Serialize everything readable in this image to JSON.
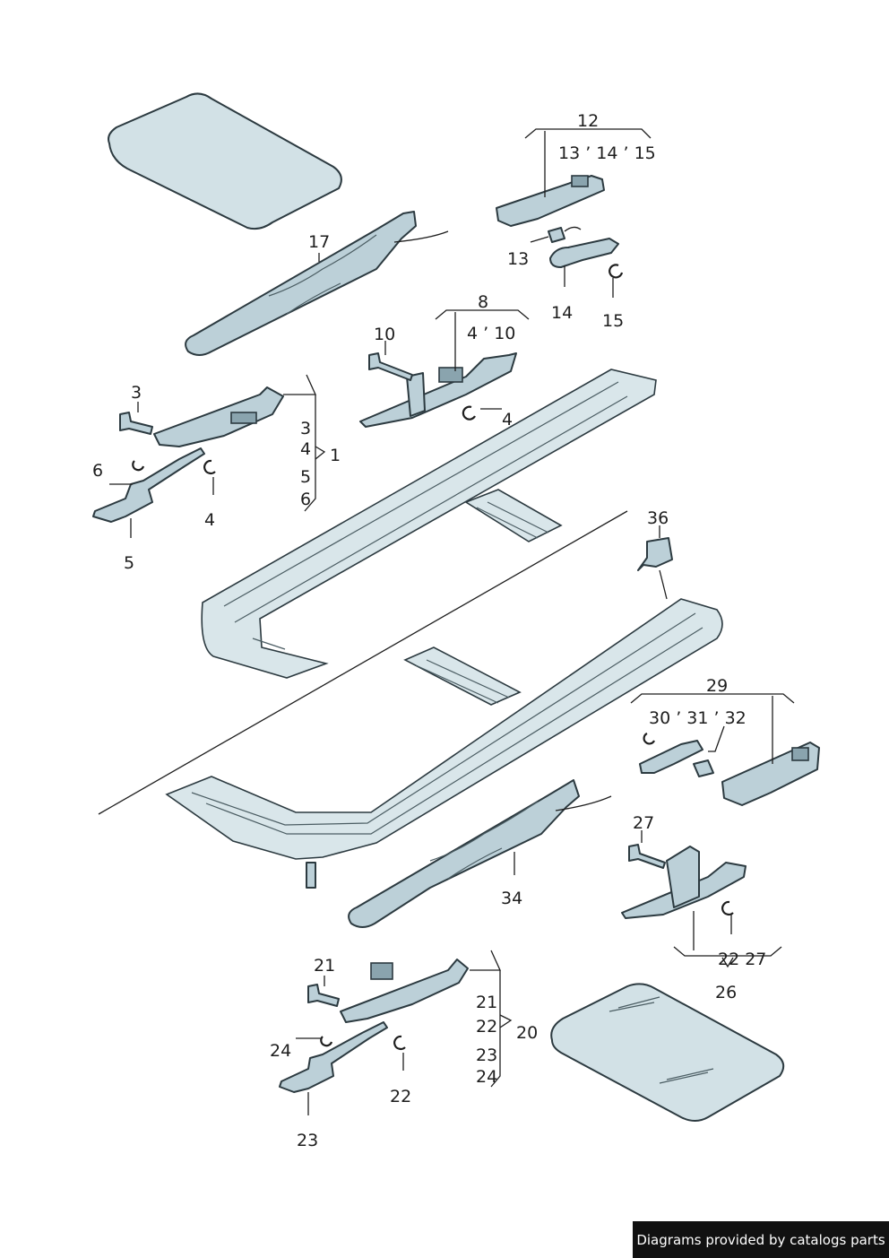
{
  "callouts": {
    "c12": "12",
    "c13_14_15": "13 ’ 14 ’ 15",
    "c13": "13",
    "c14": "14",
    "c15": "15",
    "c17": "17",
    "c8": "8",
    "c4_10": "4 ’ 10",
    "c10": "10",
    "c4a": "4",
    "c3a": "3",
    "c3b": "3",
    "c4b": "4",
    "c5a": "5",
    "c6a": "6",
    "c1": "1",
    "c6b": "6",
    "c4c": "4",
    "c5b": "5",
    "c36": "36",
    "c29": "29",
    "c30_31_32": "30 ’ 31 ’ 32",
    "c27a": "27",
    "c34": "34",
    "c22_27": "22 27",
    "c26": "26",
    "c21a": "21",
    "c21b": "21",
    "c22a": "22",
    "c20": "20",
    "c23a": "23",
    "c24a": "24",
    "c24b": "24",
    "c22b": "22",
    "c23b": "23"
  },
  "footer": {
    "text": "Diagrams provided by catalogs parts"
  }
}
